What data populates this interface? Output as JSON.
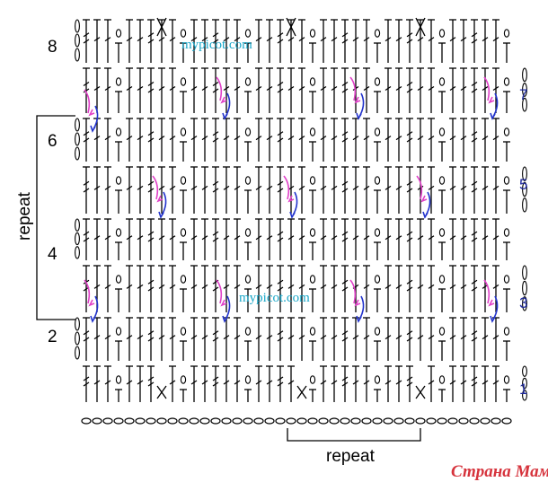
{
  "diagram": {
    "row_labels_left": [
      "8",
      "6",
      "4",
      "2"
    ],
    "row_labels_right": [
      "7",
      "5",
      "3",
      "1"
    ],
    "repeat_vertical_label": "repeat",
    "repeat_horizontal_label": "repeat",
    "watermarks": [
      "mypicot.com",
      "mypicot.com"
    ],
    "signature": "Страна Мам",
    "colors": {
      "stitch": "#000000",
      "right_row_numbers": "#1f2a9e",
      "arrow_pink": "#e040c8",
      "arrow_blue": "#2233cc",
      "watermark": "#1aa7c8",
      "signature": "#d6333c"
    }
  }
}
